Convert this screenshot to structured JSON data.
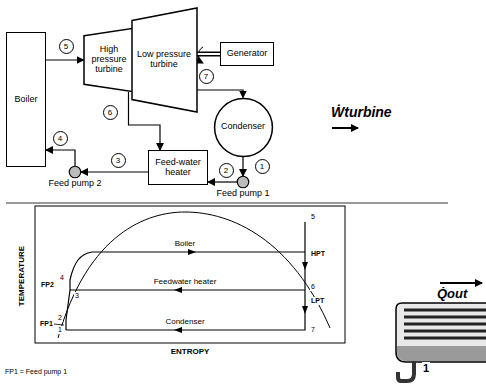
{
  "diagram": {
    "nodes": [
      {
        "text": [
          "Boiler"
        ]
      },
      {
        "text": [
          "High pressure turbine"
        ]
      },
      {
        "text": [
          "Low pressure turbine"
        ]
      },
      {
        "text": [
          "Generator"
        ]
      },
      {
        "text": [
          "Condenser"
        ]
      },
      {
        "text": [
          "Feed-water heater"
        ]
      },
      {
        "text": [
          "Feed pump 2"
        ]
      },
      {
        "text": [
          "Feed pump 1"
        ]
      }
    ],
    "edges": [
      {
        "from": 0,
        "to": 1,
        "arrow": "to",
        "label": "5"
      },
      {
        "from": 1,
        "to": 2,
        "arrow": "none"
      },
      {
        "from": 2,
        "to": 3,
        "arrow": "none"
      },
      {
        "from": 1,
        "to": 5,
        "arrow": "to",
        "label": "6"
      },
      {
        "from": 2,
        "to": 4,
        "arrow": "to",
        "label": "7"
      },
      {
        "from": 4,
        "to": 7,
        "arrow": "to",
        "label": "1"
      },
      {
        "from": 7,
        "to": 5,
        "arrow": "to",
        "label": "2"
      },
      {
        "from": 5,
        "to": 6,
        "arrow": "to",
        "label": "3"
      },
      {
        "from": 6,
        "to": 0,
        "arrow": "to",
        "label": "4"
      }
    ],
    "labels": [
      "Ẇturbine",
      "TEMPERATURE",
      "Boiler",
      "Feedwater heater",
      "Condenser",
      "HPT",
      "LPT",
      "5",
      "6",
      "7",
      "4",
      "3",
      "2",
      "1",
      "FP2",
      "FP1",
      "ENTROPY",
      "FP1 = Feed pump 1",
      "Q̇out",
      "1"
    ]
  }
}
